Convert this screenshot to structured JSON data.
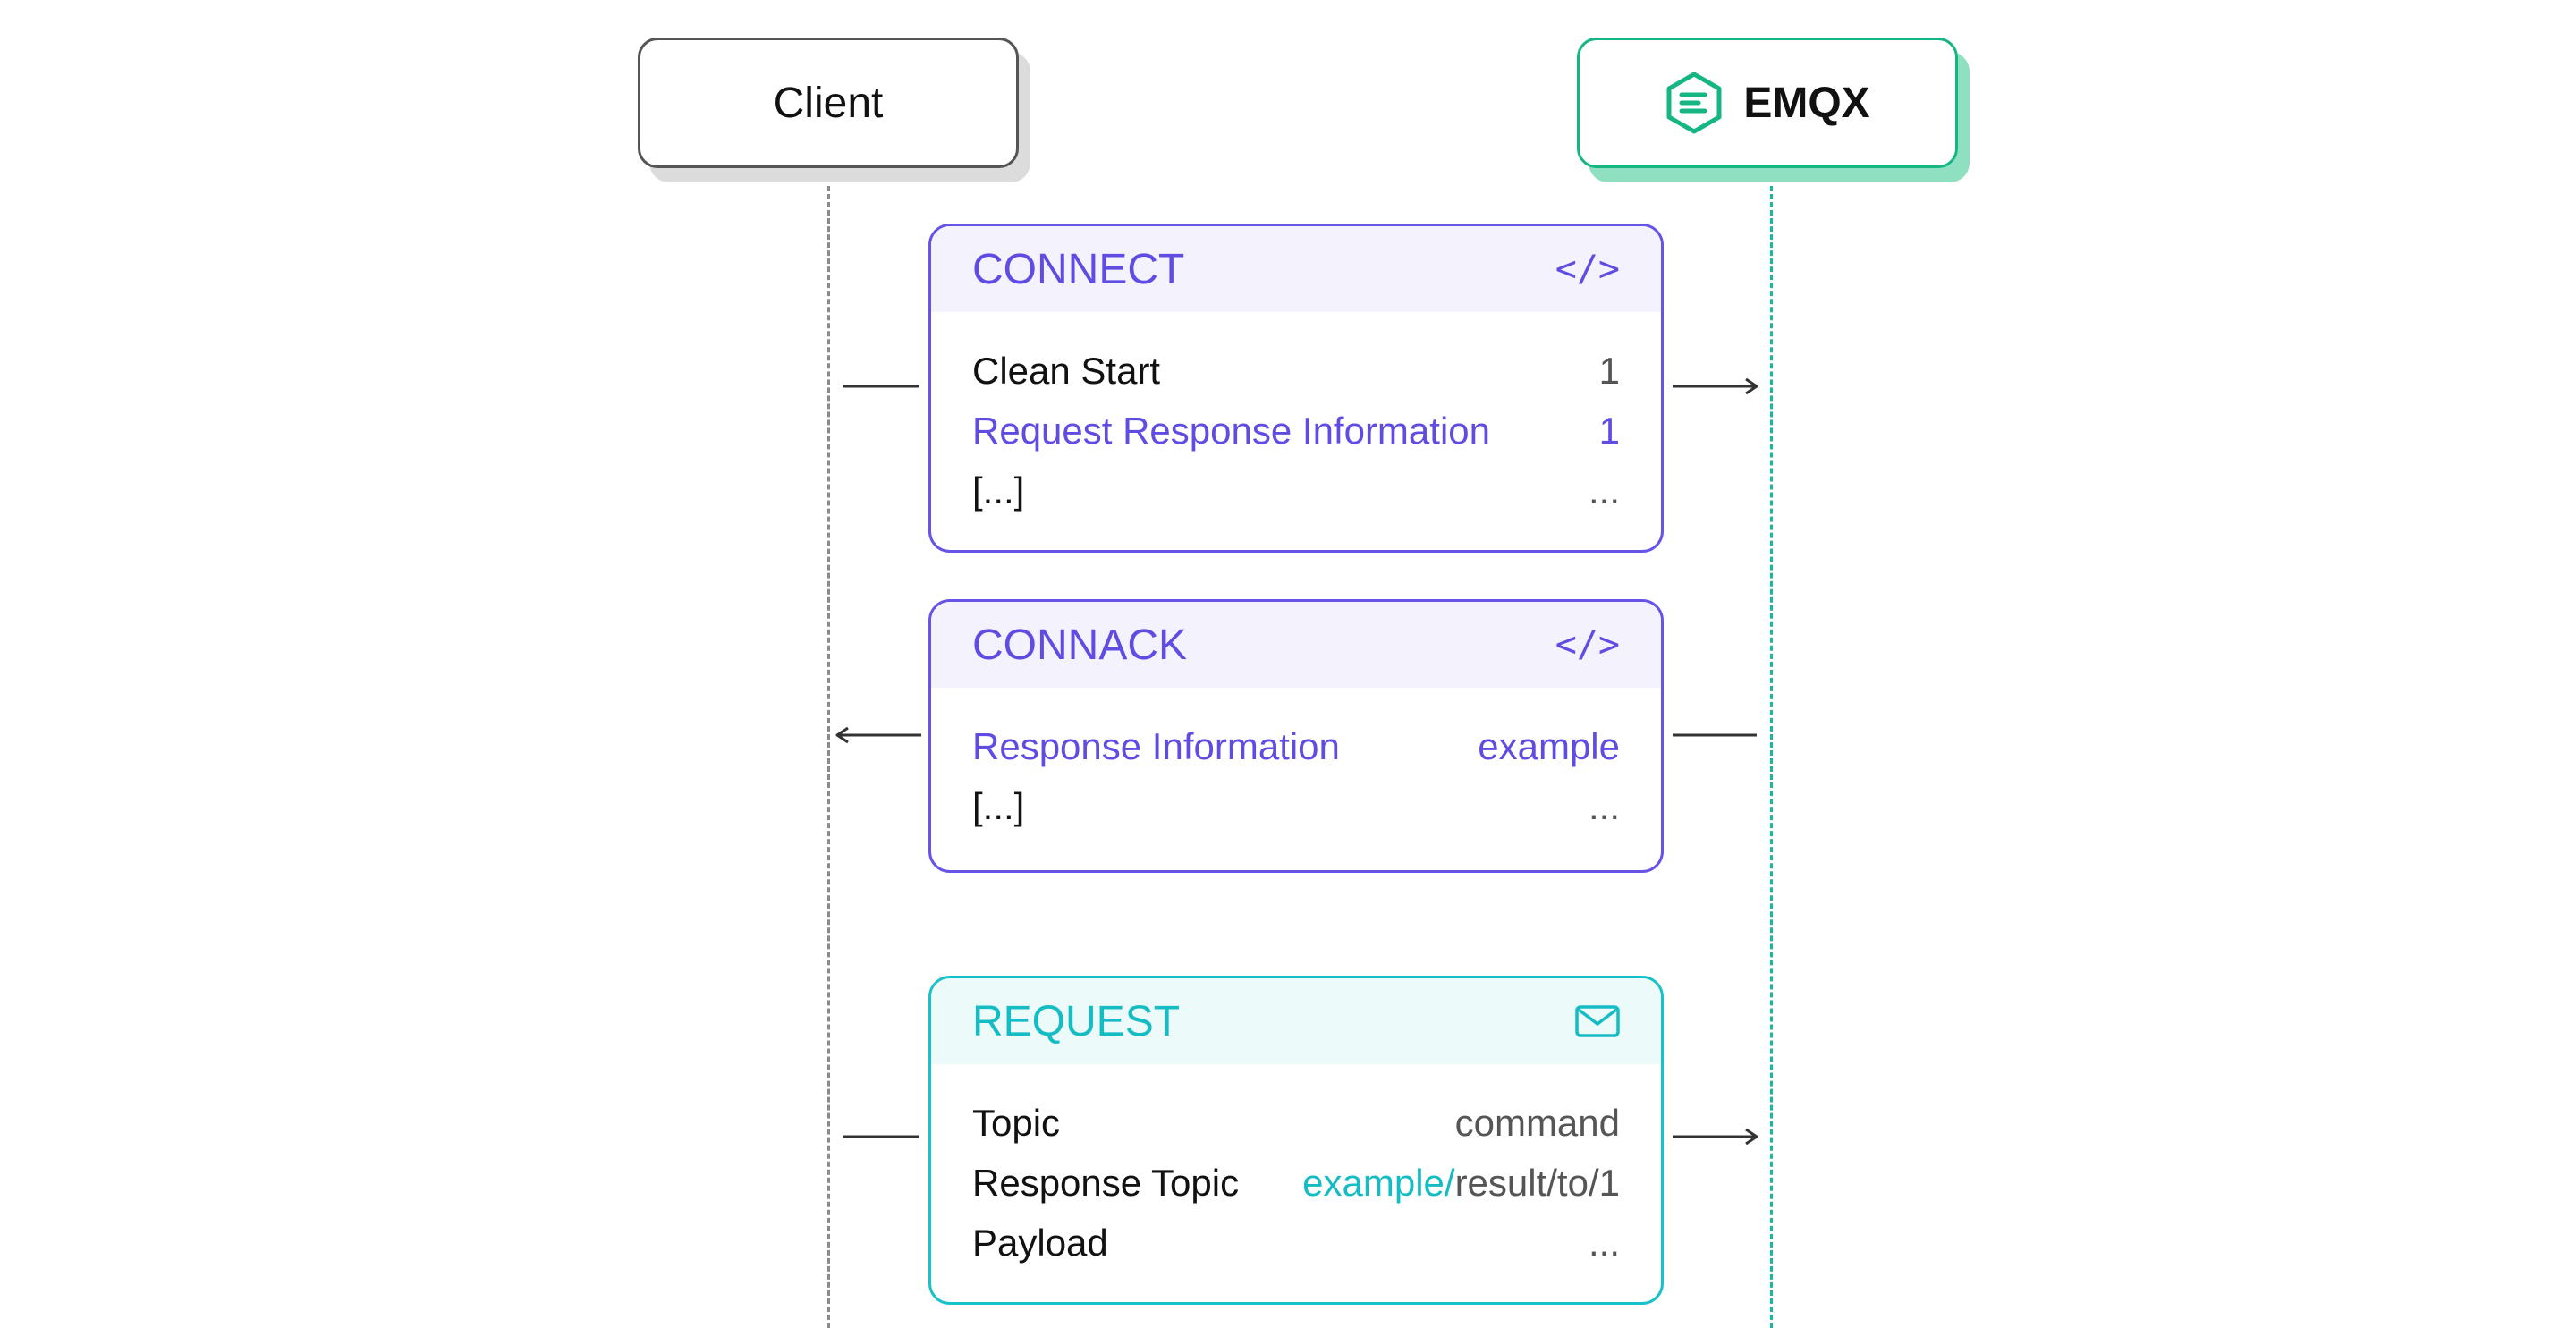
{
  "participants": {
    "client": {
      "label": "Client"
    },
    "emqx": {
      "label": "EMQX",
      "logo": "emqx-logo-icon"
    }
  },
  "colors": {
    "purple": "#5f4ce3",
    "teal": "#16bcc4",
    "emqx_green": "#16b584"
  },
  "messages": {
    "connect": {
      "title": "CONNECT",
      "icon": "code-icon",
      "icon_text": "</>",
      "direction": "client-to-emqx",
      "rows": [
        {
          "key": "Clean Start",
          "value": "1"
        },
        {
          "key": "Request Response Information",
          "value": "1"
        },
        {
          "key": "[...]",
          "value": "..."
        }
      ]
    },
    "connack": {
      "title": "CONNACK",
      "icon": "code-icon",
      "icon_text": "</>",
      "direction": "emqx-to-client",
      "rows": [
        {
          "key": "Response Information",
          "value": "example"
        },
        {
          "key": "[...]",
          "value": "..."
        }
      ]
    },
    "request": {
      "title": "REQUEST",
      "icon": "envelope-icon",
      "direction": "client-to-emqx",
      "rows": [
        {
          "key": "Topic",
          "value": "command"
        },
        {
          "key": "Response Topic",
          "value_prefix": "example/",
          "value_suffix": "result/to/1"
        },
        {
          "key": "Payload",
          "value": "..."
        }
      ]
    }
  }
}
